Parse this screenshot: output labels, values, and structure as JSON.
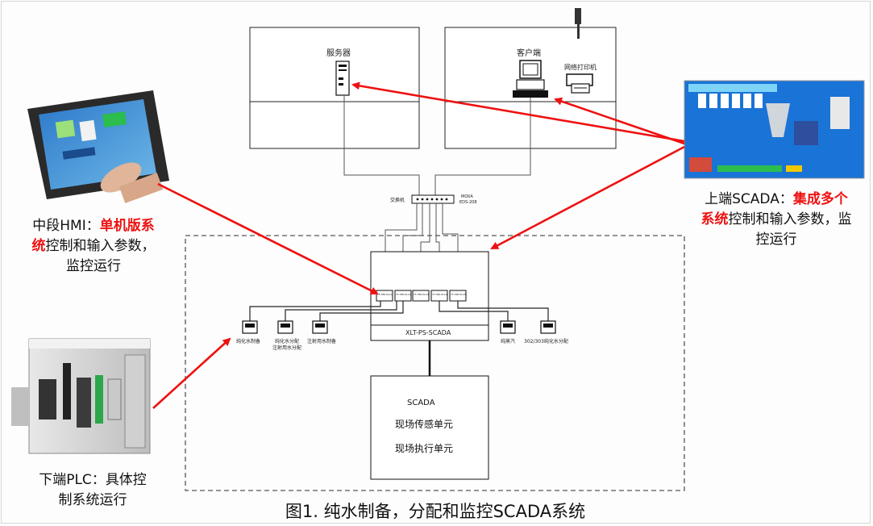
{
  "server": {
    "label": "服务器"
  },
  "client": {
    "label": "客户端",
    "printer_label": "网络打印机"
  },
  "switch": {
    "label": "交换机",
    "model_line1": "MOXA",
    "model_line2": "EDS-208"
  },
  "plc_modules": [
    "YF-HMI PLC1",
    "YF-HMI PLC2",
    "YF-HMI PLC3",
    "YF-HMI PLC4",
    "YF-HMI PLC5"
  ],
  "central_unit": {
    "label": "XLT-PS-SCADA"
  },
  "stations_left": [
    {
      "label": "纯化水制备",
      "label2": ""
    },
    {
      "label": "纯化水分配",
      "label2": "注射用水分配"
    },
    {
      "label": "注射用水制备",
      "label2": ""
    }
  ],
  "stations_right": [
    {
      "label": "纯蒸汽"
    },
    {
      "label": "302/303纯化水分配"
    }
  ],
  "field_box": {
    "title": "SCADA",
    "line1": "现场传感单元",
    "line2": "现场执行单元"
  },
  "hmi_caption": {
    "prefix": "中段HMI：",
    "highlight": "单机版系统",
    "rest": "控制和输入参数，监控运行"
  },
  "scada_caption": {
    "prefix": "上端SCADA：",
    "highlight": "集成多个系统",
    "rest": "控制和输入参数，监控运行"
  },
  "plc_caption": {
    "text": "下端PLC：具体控制系统运行"
  },
  "figure_title": "图1. 纯水制备，分配和监控SCADA系统",
  "colors": {
    "arrow": "#ee1111",
    "line": "#333333",
    "dashed": "#555555"
  }
}
